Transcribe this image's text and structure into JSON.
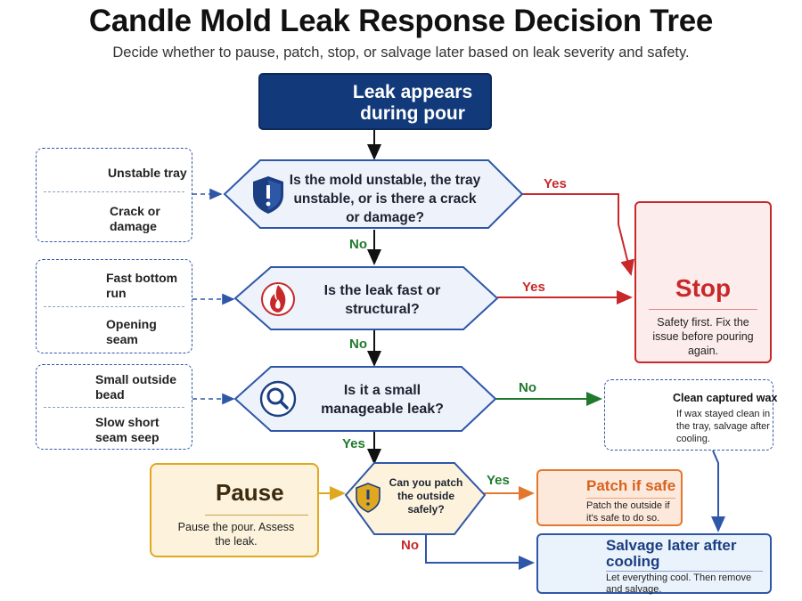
{
  "title": "Candle Mold Leak Response Decision Tree",
  "subtitle": "Decide whether to pause, patch, stop, or salvage later based on leak severity and safety.",
  "start": {
    "label": "Leak appears during pour",
    "icon": "candle-mold-pouring-icon"
  },
  "questions": [
    {
      "text": "Is the mold unstable, the tray unstable, or is there a crack or damage?",
      "icon": "shield-alert-icon"
    },
    {
      "text": "Is the leak fast or structural?",
      "icon": "flame-icon"
    },
    {
      "text": "Is it a small manageable leak?",
      "icon": "magnifier-icon"
    },
    {
      "text": "Can you patch the outside safely?",
      "icon": "warning-shield-icon"
    }
  ],
  "edges": {
    "q1_yes": "Yes",
    "q1_no": "No",
    "q2_yes": "Yes",
    "q2_no": "No",
    "q3_no": "No",
    "q3_yes": "Yes",
    "q4_yes": "Yes",
    "q4_no": "No"
  },
  "side_groups": [
    {
      "items": [
        {
          "label": "Unstable tray",
          "icon": "unstable-tray-icon"
        },
        {
          "label": "Crack or damage",
          "icon": "cracked-mold-icon"
        }
      ]
    },
    {
      "items": [
        {
          "label": "Fast bottom run",
          "icon": "fast-leak-mold-icon"
        },
        {
          "label": "Opening seam",
          "icon": "opening-seam-mold-icon"
        }
      ]
    },
    {
      "items": [
        {
          "label": "Small outside bead",
          "icon": "small-bead-mold-icon"
        },
        {
          "label": "Slow short seam seep",
          "icon": "slow-seep-mold-icon"
        }
      ]
    }
  ],
  "outcomes": {
    "stop": {
      "title": "Stop",
      "description": "Safety first. Fix the issue before pouring again.",
      "icon": "stop-hand-icon"
    },
    "clean": {
      "title": "Clean captured wax",
      "description": "If wax stayed clean in the tray, salvage after cooling.",
      "icon": "wax-tray-sparkle-icon"
    },
    "pause": {
      "title": "Pause",
      "description": "Pause the pour. Assess the leak.",
      "icon": "pause-icon"
    },
    "patch": {
      "title": "Patch if safe",
      "description": "Patch the outside if it's safe to do so.",
      "icon": "bandage-icon"
    },
    "salvage": {
      "title": "Salvage later after cooling",
      "description": "Let everything cool. Then remove and salvage.",
      "icon": "snowflake-icon"
    }
  },
  "colors": {
    "navy": "#123a7a",
    "blue": "#2f57a8",
    "red": "#c8282a",
    "green": "#1f7a2e",
    "gold": "#e0a81f",
    "orange": "#e4772e"
  }
}
